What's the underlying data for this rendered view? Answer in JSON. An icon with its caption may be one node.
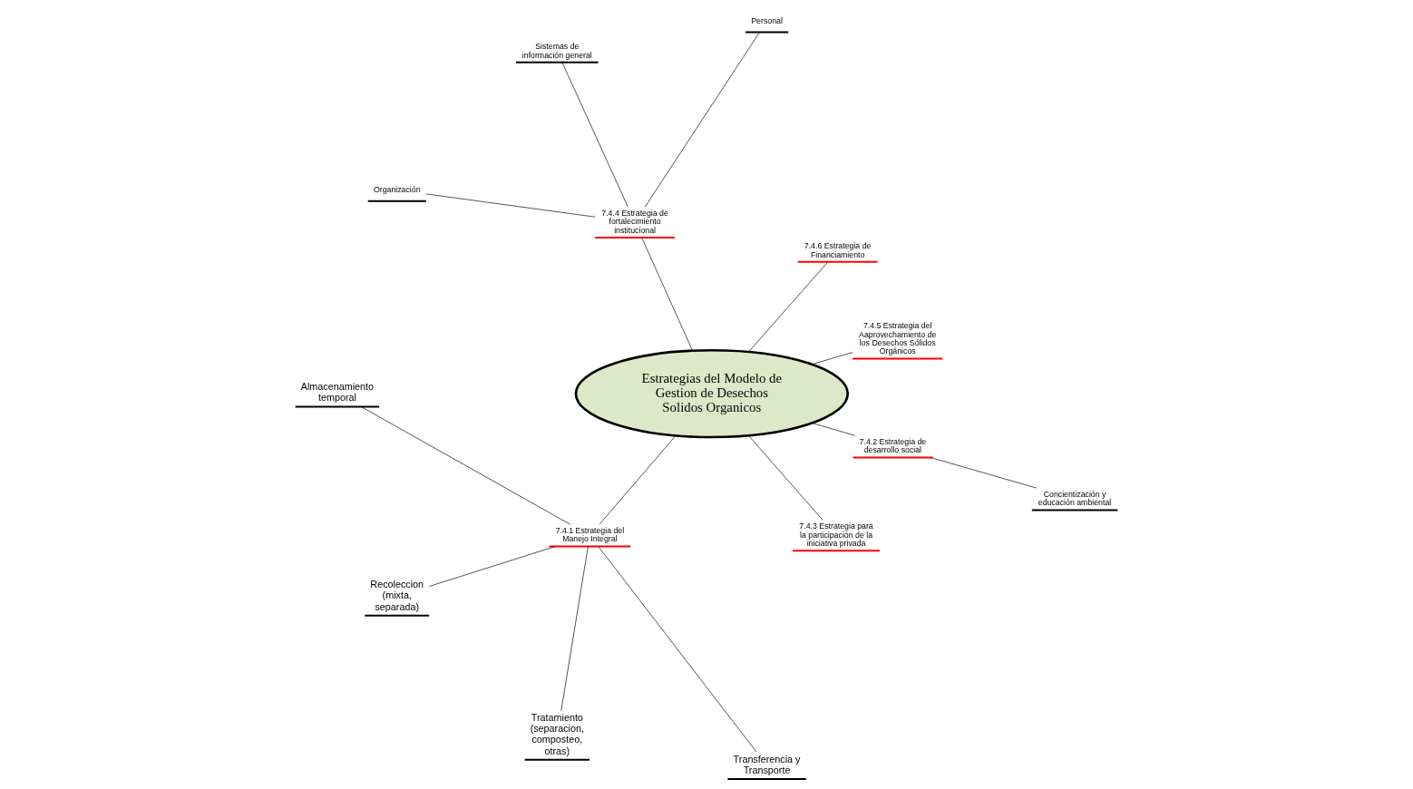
{
  "diagram": {
    "nodes": [
      {
        "text": [
          "Estrategias del Modelo de Gestion de Desechos Solidos Organicos"
        ]
      },
      {
        "text": [
          "7.4.5 Estrategia del Aaprovechamiento de los Desechos Sólidos Orgánicos"
        ]
      },
      {
        "text": [
          "7.4.6 Estrategia de Financiamiento"
        ]
      },
      {
        "text": [
          "Almacenamiento temporal"
        ]
      },
      {
        "text": [
          "Recoleccion (mixta, separada)"
        ]
      },
      {
        "text": [
          "Personal"
        ]
      },
      {
        "text": [
          "7.4.4 Estrategia de fortalecimiento institucional"
        ]
      },
      {
        "text": [
          "Sistemas de información general"
        ]
      },
      {
        "text": [
          "7.4.1 Estrategia del Manejo Integral"
        ]
      },
      {
        "text": [
          "Tratamiento (separacion, composteo, otras)"
        ]
      },
      {
        "text": [
          "Organización"
        ]
      },
      {
        "text": [
          "Transferencia y Transporte"
        ]
      },
      {
        "text": [
          "7.4.3 Estrategia para la participación de la iniciativa privada"
        ]
      },
      {
        "text": [
          "Concientización y educación ambiental"
        ]
      },
      {
        "text": [
          "7.4.2 Estrategia de desarrollo social"
        ]
      }
    ],
    "edges": [
      {
        "from": 0,
        "to": 1,
        "arrow": "none"
      },
      {
        "from": 0,
        "to": 2,
        "arrow": "none"
      },
      {
        "from": 0,
        "to": 6,
        "arrow": "none"
      },
      {
        "from": 0,
        "to": 8,
        "arrow": "none"
      },
      {
        "from": 0,
        "to": 12,
        "arrow": "none"
      },
      {
        "from": 0,
        "to": 14,
        "arrow": "none"
      },
      {
        "from": 8,
        "to": 3,
        "arrow": "none"
      },
      {
        "from": 8,
        "to": 4,
        "arrow": "none"
      },
      {
        "from": 8,
        "to": 9,
        "arrow": "none"
      },
      {
        "from": 8,
        "to": 11,
        "arrow": "none"
      },
      {
        "from": 6,
        "to": 5,
        "arrow": "none"
      },
      {
        "from": 6,
        "to": 7,
        "arrow": "none"
      },
      {
        "from": 6,
        "to": 10,
        "arrow": "none"
      },
      {
        "from": 14,
        "to": 13,
        "arrow": "none"
      }
    ]
  }
}
